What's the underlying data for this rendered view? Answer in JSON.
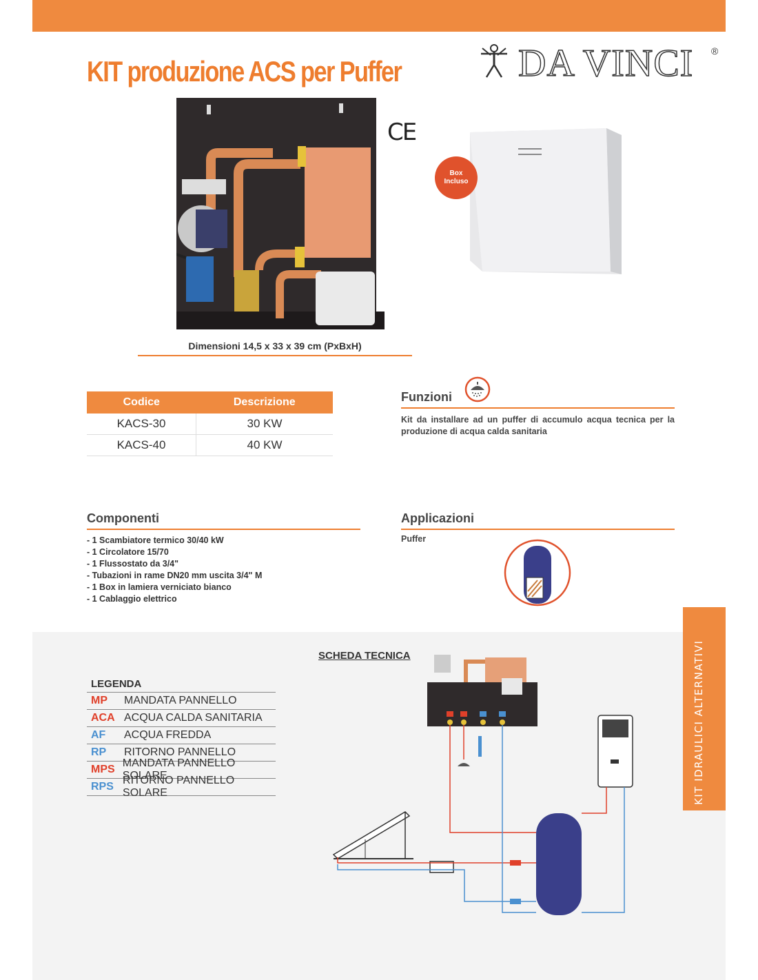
{
  "header": {
    "title": "KIT produzione ACS per Puffer",
    "brand": "DA VINCI",
    "brand_reg": "®",
    "accent_color": "#ef8a3f"
  },
  "product": {
    "ce_mark": "CE",
    "badge_line1": "Box",
    "badge_line2": "Incluso",
    "dimensions": "Dimensioni 14,5 x 33 x 39 cm (PxBxH)"
  },
  "codes_table": {
    "headers": [
      "Codice",
      "Descrizione"
    ],
    "rows": [
      [
        "KACS-30",
        "30 KW"
      ],
      [
        "KACS-40",
        "40 KW"
      ]
    ]
  },
  "funzioni": {
    "title": "Funzioni",
    "icon": "shower-icon",
    "text": "Kit da installare ad un puffer di accumulo acqua tecnica per la produzione di acqua calda sanitaria"
  },
  "componenti": {
    "title": "Componenti",
    "items": [
      "- 1 Scambiatore termico 30/40 kW",
      "- 1 Circolatore 15/70",
      "- 1 Flussostato da 3/4\"",
      "- Tubazioni in rame DN20 mm uscita 3/4\" M",
      "- 1 Box in lamiera verniciato bianco",
      "- 1 Cablaggio elettrico"
    ]
  },
  "applicazioni": {
    "title": "Applicazioni",
    "text": "Puffer",
    "icon": "puffer-tank-icon"
  },
  "side_tab": "KIT IDRAULICI ALTERNATIVI",
  "scheda": {
    "title": "SCHEDA TECNICA",
    "legenda_title": "LEGENDA",
    "legend": [
      {
        "code": "MP",
        "desc": "MANDATA PANNELLO",
        "color": "#e0402a"
      },
      {
        "code": "ACA",
        "desc": "ACQUA CALDA SANITARIA",
        "color": "#e0402a"
      },
      {
        "code": "AF",
        "desc": "ACQUA FREDDA",
        "color": "#4a90d0"
      },
      {
        "code": "RP",
        "desc": "RITORNO PANNELLO",
        "color": "#4a90d0"
      },
      {
        "code": "MPS",
        "desc": "MANDATA PANNELLO SOLARE",
        "color": "#e0402a"
      },
      {
        "code": "RPS",
        "desc": "RITORNO PANNELLO SOLARE",
        "color": "#4a90d0"
      }
    ],
    "hot_color": "#e0402a",
    "cold_color": "#4a90d0"
  }
}
